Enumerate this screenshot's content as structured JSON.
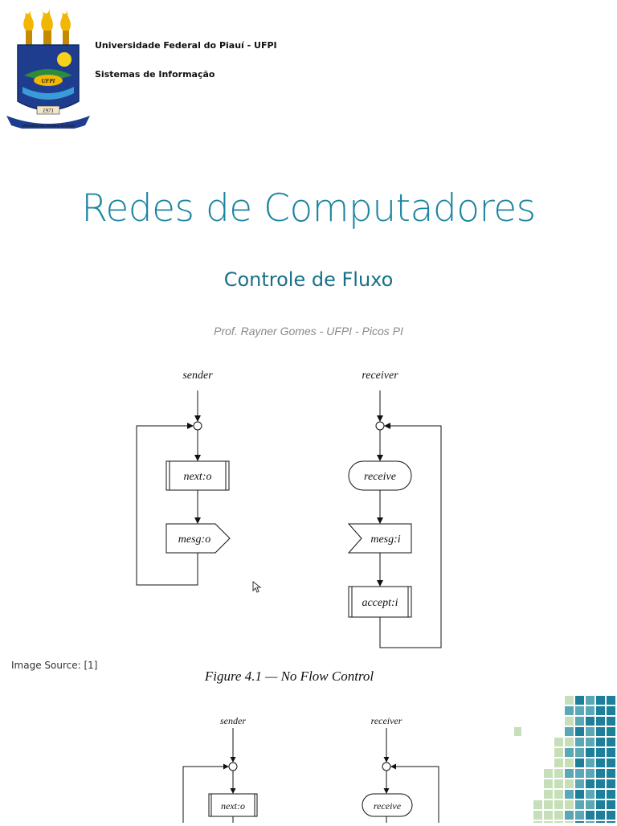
{
  "header": {
    "university": "Universidade Federal do Piauí - UFPI",
    "course": "Sistemas de Informação",
    "logo": {
      "acronym": "UFPI",
      "year": "1971",
      "motto": "UNIVERSIDADE FEDERAL DO PIAUÍ"
    }
  },
  "slide": {
    "title": "Redes de Computadores",
    "subtitle": "Controle de Fluxo",
    "author": "Prof. Rayner Gomes - UFPI - Picos PI",
    "image_source": "Image Source: [1]"
  },
  "figure1": {
    "sender_label": "sender",
    "receiver_label": "receiver",
    "next_box": "next:o",
    "mesg_send": "mesg:o",
    "receive_box": "receive",
    "mesg_recv": "mesg:i",
    "accept_box": "accept:i",
    "caption": "Figure 4.1 — No Flow Control"
  },
  "figure2": {
    "sender_label": "sender",
    "receiver_label": "receiver",
    "next_box": "next:o",
    "receive_box": "receive"
  },
  "colors": {
    "title": "#1c85a0",
    "subtitle": "#17708a",
    "author": "#8a8a8a",
    "pattern_dark": "#1d7f9a",
    "pattern_mid": "#5aa8b5",
    "pattern_light": "#c7dfb8"
  }
}
